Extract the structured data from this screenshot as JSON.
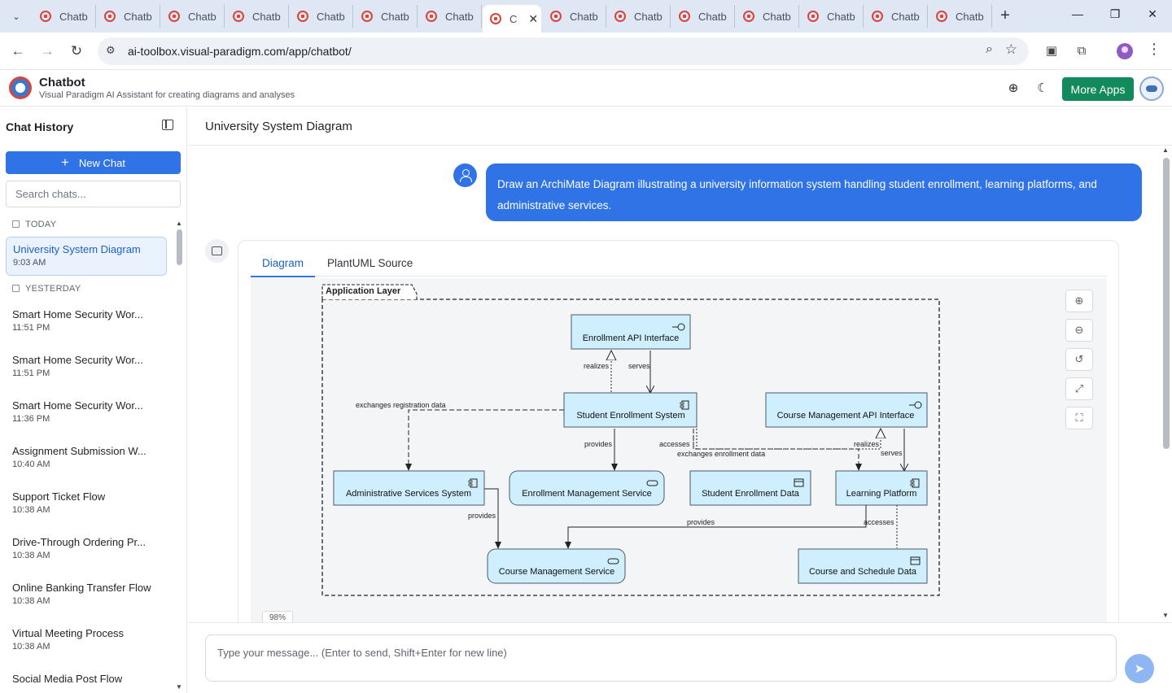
{
  "browser": {
    "tabs": [
      "Chatb",
      "Chatb",
      "Chatb",
      "Chatb",
      "Chatb",
      "Chatb",
      "Chatb",
      "C",
      "Chatb",
      "Chatb",
      "Chatb",
      "Chatb",
      "Chatb",
      "Chatb",
      "Chatb"
    ],
    "active_tab_index": 7,
    "new_tab": "+",
    "url": "ai-toolbox.visual-paradigm.com/app/chatbot/",
    "window_controls": {
      "minimize": "—",
      "maximize": "❐",
      "close": "✕"
    }
  },
  "app": {
    "title": "Chatbot",
    "subtitle": "Visual Paradigm AI Assistant for creating diagrams and analyses",
    "more_apps": "More Apps",
    "icons": [
      "globe-icon",
      "moon-icon"
    ]
  },
  "sidebar": {
    "title": "Chat History",
    "new_chat": "New Chat",
    "search_placeholder": "Search chats...",
    "groups": [
      {
        "label": "TODAY",
        "items": [
          {
            "title": "University System Diagram",
            "time": "9:03 AM",
            "active": true
          }
        ]
      },
      {
        "label": "YESTERDAY",
        "items": [
          {
            "title": "Smart Home Security Wor...",
            "time": "11:51 PM"
          },
          {
            "title": "Smart Home Security Wor...",
            "time": "11:51 PM"
          },
          {
            "title": "Smart Home Security Wor...",
            "time": "11:36 PM"
          },
          {
            "title": "Assignment Submission W...",
            "time": "10:40 AM"
          },
          {
            "title": "Support Ticket Flow",
            "time": "10:38 AM"
          },
          {
            "title": "Drive-Through Ordering Pr...",
            "time": "10:38 AM"
          },
          {
            "title": "Online Banking Transfer Flow",
            "time": "10:38 AM"
          },
          {
            "title": "Virtual Meeting Process",
            "time": "10:38 AM"
          },
          {
            "title": "Social Media Post Flow",
            "time": ""
          }
        ]
      }
    ]
  },
  "main": {
    "title": "University System Diagram",
    "user_message": "Draw an ArchiMate Diagram illustrating a university information system handling student enrollment, learning platforms, and administrative services.",
    "tabs": [
      "Diagram",
      "PlantUML Source"
    ],
    "active_tab": 0,
    "zoom_percent": "98%",
    "zoom_tools": [
      "zoom-in-icon",
      "zoom-out-icon",
      "reset-icon",
      "fit-icon",
      "fullscreen-icon"
    ],
    "input_placeholder": "Type your message... (Enter to send, Shift+Enter for new line)"
  },
  "diagram": {
    "group_label": "Application Layer",
    "nodes": {
      "enrollment_api": "Enrollment API Interface",
      "student_enrollment_system": "Student Enrollment System",
      "course_mgmt_api": "Course Management API Interface",
      "admin_services_system": "Administrative Services System",
      "enrollment_mgmt_service": "Enrollment Management Service",
      "student_enrollment_data": "Student Enrollment Data",
      "learning_platform": "Learning Platform",
      "course_mgmt_service": "Course Management Service",
      "course_schedule_data": "Course and Schedule Data"
    },
    "edge_labels": {
      "realizes_1": "realizes",
      "serves_1": "serves",
      "exchanges_registration": "exchanges registration data",
      "provides_1": "provides",
      "accesses_1": "accesses",
      "exchanges_enrollment": "exchanges enrollment data",
      "realizes_2": "realizes",
      "serves_2": "serves",
      "provides_2": "provides",
      "provides_3": "provides",
      "accesses_2": "accesses"
    },
    "colors": {
      "node_fill": "#cfefff",
      "node_stroke": "#4b5a66"
    }
  }
}
